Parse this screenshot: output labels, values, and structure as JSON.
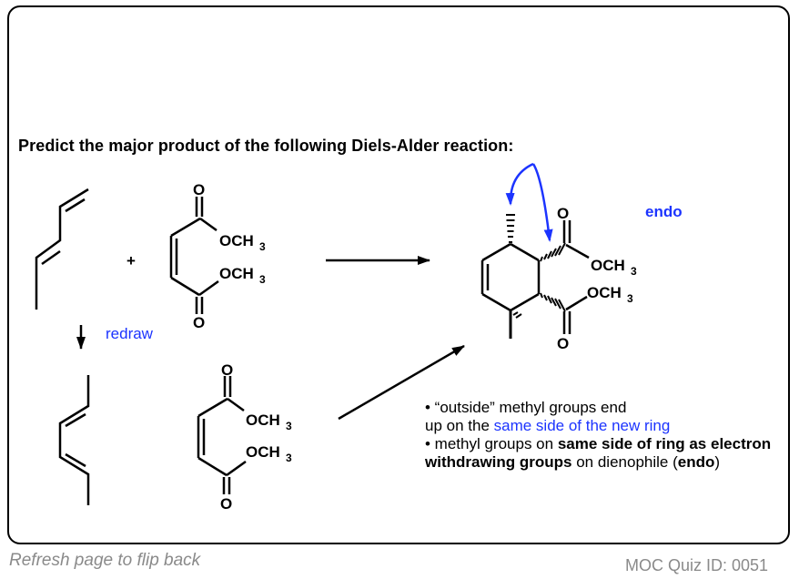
{
  "question": "Predict the major product of the following Diels-Alder reaction:",
  "reactants": {
    "plus": "+",
    "carbonyl_O": "O",
    "ester_group": "OCH",
    "ester_sub": "3"
  },
  "redraw_label": "redraw",
  "product": {
    "label": "endo",
    "carbonyl_O": "O",
    "ester_group": "OCH",
    "ester_sub": "3"
  },
  "notes": {
    "line1_a": "• “outside” methyl groups end",
    "line1_b": "up on the ",
    "line1_blue": "same side of the new ring",
    "line2_a": "• methyl groups on ",
    "line2_bold": "same side of ring as electron withdrawing groups",
    "line2_c": " on dienophile (",
    "line2_bold2": "endo",
    "line2_d": ")"
  },
  "footer": {
    "left": "Refresh page to flip back",
    "right": "MOC Quiz ID: 0051"
  },
  "colors": {
    "accent_blue": "#1c34ff",
    "footer_gray": "#8a8a8a"
  }
}
